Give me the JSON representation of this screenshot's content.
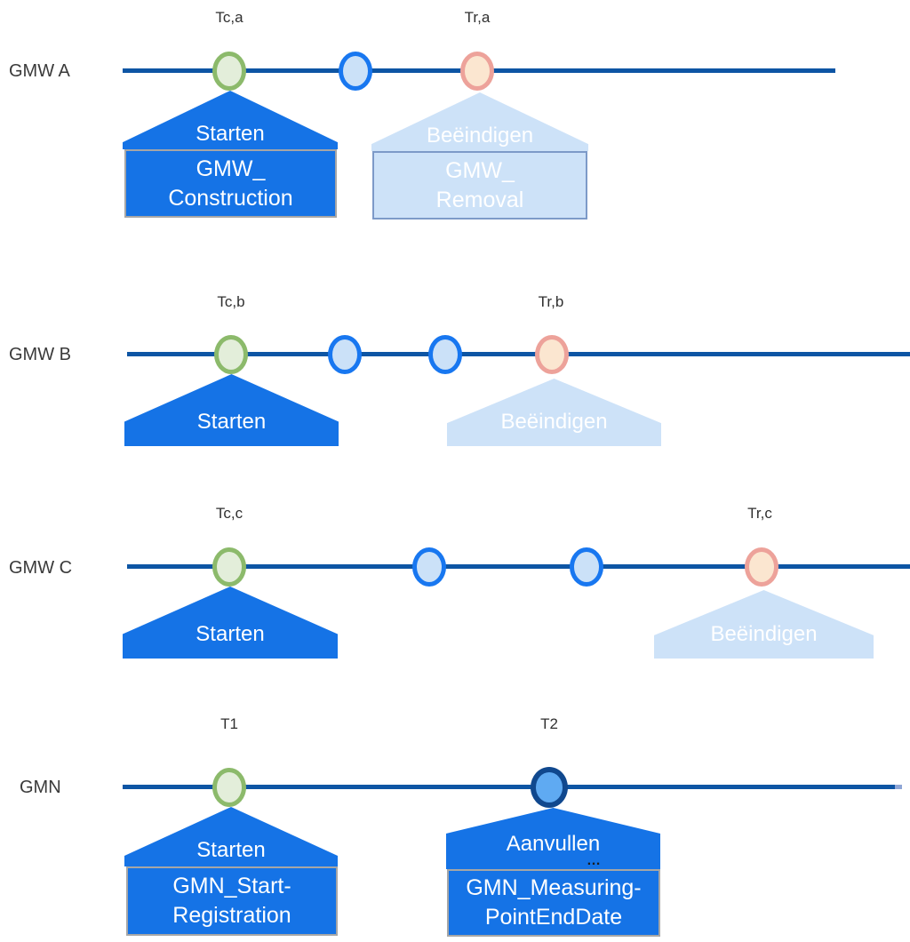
{
  "rows": [
    {
      "id": "gmw-a",
      "label": "GMW A",
      "tick_labels": [
        "Tc,a",
        "Tr,a"
      ],
      "markers": [
        "construction-start-green",
        "intermediate-event-blue",
        "removal-end-orange"
      ],
      "houses": [
        {
          "title": "Starten",
          "style": "primary",
          "box_lines": [
            "GMW_",
            "Construction"
          ]
        },
        {
          "title": "Beëindigen",
          "style": "light",
          "box_lines": [
            "GMW_",
            "Removal"
          ]
        }
      ]
    },
    {
      "id": "gmw-b",
      "label": "GMW B",
      "tick_labels": [
        "Tc,b",
        "Tr,b"
      ],
      "markers": [
        "construction-start-green",
        "intermediate-event-blue",
        "intermediate-event-blue",
        "removal-end-orange"
      ],
      "houses": [
        {
          "title": "Starten",
          "style": "primary"
        },
        {
          "title": "Beëindigen",
          "style": "light"
        }
      ]
    },
    {
      "id": "gmw-c",
      "label": "GMW C",
      "tick_labels": [
        "Tc,c",
        "Tr,c"
      ],
      "markers": [
        "construction-start-green",
        "intermediate-event-blue",
        "intermediate-event-blue",
        "removal-end-orange"
      ],
      "houses": [
        {
          "title": "Starten",
          "style": "primary"
        },
        {
          "title": "Beëindigen",
          "style": "light"
        }
      ]
    },
    {
      "id": "gmn",
      "label": "GMN",
      "tick_labels": [
        "T1",
        "T2"
      ],
      "markers": [
        "registration-start-green",
        "measuring-point-end-darkblue"
      ],
      "houses": [
        {
          "title": "Starten",
          "style": "primary",
          "box_lines": [
            "GMN_Start-",
            "Registration"
          ]
        },
        {
          "title": "Aanvullen",
          "style": "primary",
          "ellipsis": "…",
          "box_lines": [
            "GMN_Measuring-",
            "PointEndDate"
          ]
        }
      ]
    }
  ],
  "colors": {
    "timeline": "#0d55a4",
    "timeline_end_cap": "#8fa6d6",
    "primary_blue": "#1573e6",
    "light_blue": "#cde2f8",
    "light_box_border": "#7d9ac8",
    "box_border_gray": "#a6a6a6",
    "marker_green_border": "#8cba6b",
    "marker_green_fill": "#e3eeda",
    "marker_blue_border": "#1877f0",
    "marker_blue_fill": "#cbe1f8",
    "marker_orange_border": "#eda29a",
    "marker_orange_fill": "#fbe6d0",
    "marker_dark_border": "#10488e",
    "marker_dark_fill": "#5faaf2",
    "text_dark": "#3a3a3a",
    "text_white": "#ffffff"
  }
}
